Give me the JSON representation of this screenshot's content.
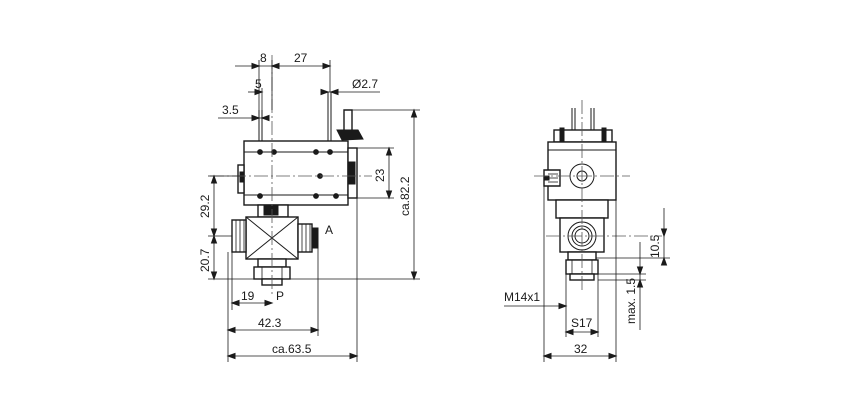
{
  "side_view": {
    "dims": {
      "d8": "8",
      "d27": "27",
      "d5": "5",
      "dia27": "Ø2.7",
      "d35": "3.5",
      "d23": "23",
      "d822": "ca.82.2",
      "d292": "29.2",
      "d207": "20.7",
      "d19": "19",
      "d423": "42.3",
      "d635": "ca.63.5"
    },
    "ports": {
      "a": "A",
      "p": "P"
    }
  },
  "front_view": {
    "dims": {
      "thread": "M14x1",
      "s17": "S17",
      "d32": "32",
      "d105": "10.5",
      "max15": "max. 1.5"
    }
  }
}
